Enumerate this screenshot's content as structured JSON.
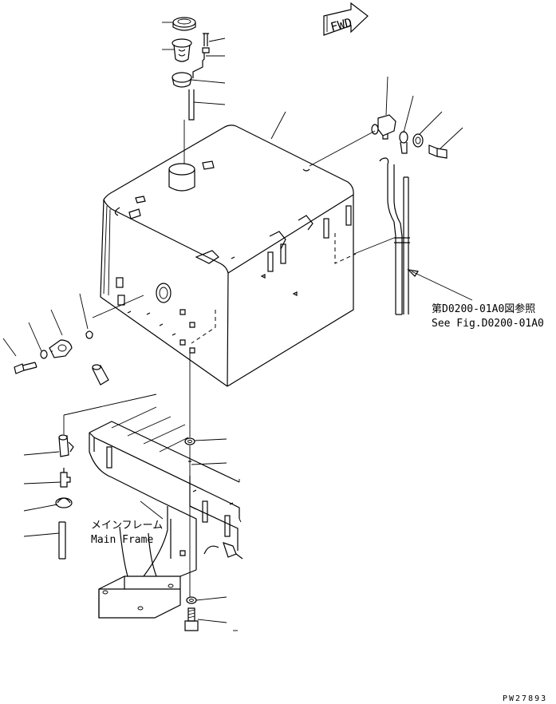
{
  "direction_badge": "FWD",
  "reference_note": {
    "jp": "第D0200-01A0図参照",
    "en": "See Fig.D0200-01A0"
  },
  "main_frame_label": {
    "jp": "メインフレーム",
    "en": "Main Frame"
  },
  "drawing_code": "PW27893"
}
